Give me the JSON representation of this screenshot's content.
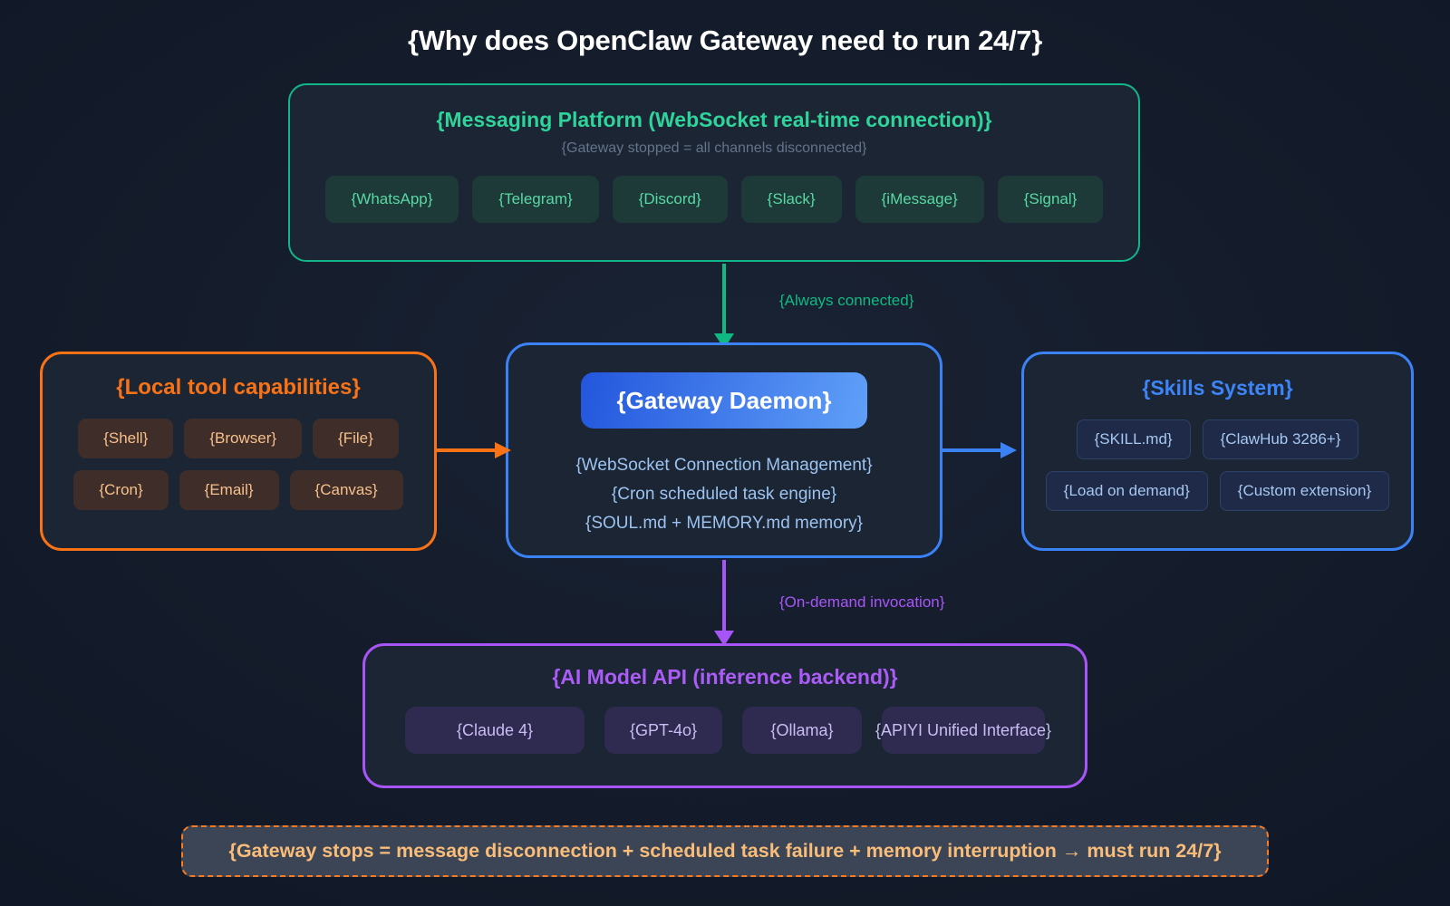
{
  "title": "{Why does OpenClaw Gateway need to run 24/7}",
  "messaging": {
    "title": "{Messaging Platform (WebSocket real-time connection)}",
    "subtitle": "{Gateway stopped = all channels disconnected}",
    "chips": [
      "{WhatsApp}",
      "{Telegram}",
      "{Discord}",
      "{Slack}",
      "{iMessage}",
      "{Signal}"
    ]
  },
  "connectors": {
    "always_connected": "{Always connected}",
    "on_demand": "{On-demand invocation}"
  },
  "local_tools": {
    "title": "{Local tool capabilities}",
    "chips_row1": [
      "{Shell}",
      "{Browser}",
      "{File}"
    ],
    "chips_row2": [
      "{Cron}",
      "{Email}",
      "{Canvas}"
    ]
  },
  "gateway": {
    "title": "{Gateway Daemon}",
    "lines": [
      "{WebSocket Connection Management}",
      "{Cron scheduled task engine}",
      "{SOUL.md + MEMORY.md memory}"
    ]
  },
  "skills": {
    "title": "{Skills System}",
    "chips_row1": [
      "{SKILL.md}",
      "{ClawHub 3286+}"
    ],
    "chips_row2": [
      "{Load on demand}",
      "{Custom extension}"
    ]
  },
  "ai_api": {
    "title": "{AI Model API (inference backend)}",
    "chips": [
      "{Claude 4}",
      "{GPT-4o}",
      "{Ollama}",
      "{APIYI Unified Interface}"
    ]
  },
  "footer": {
    "text": "{Gateway stops = message disconnection + scheduled task failure + memory interruption → must run 24/7}"
  },
  "colors": {
    "background": "#141c2b",
    "green": "#10b981",
    "orange": "#f97316",
    "blue": "#3b82f6",
    "purple": "#a855f7",
    "footer_text": "#f9bd79"
  }
}
